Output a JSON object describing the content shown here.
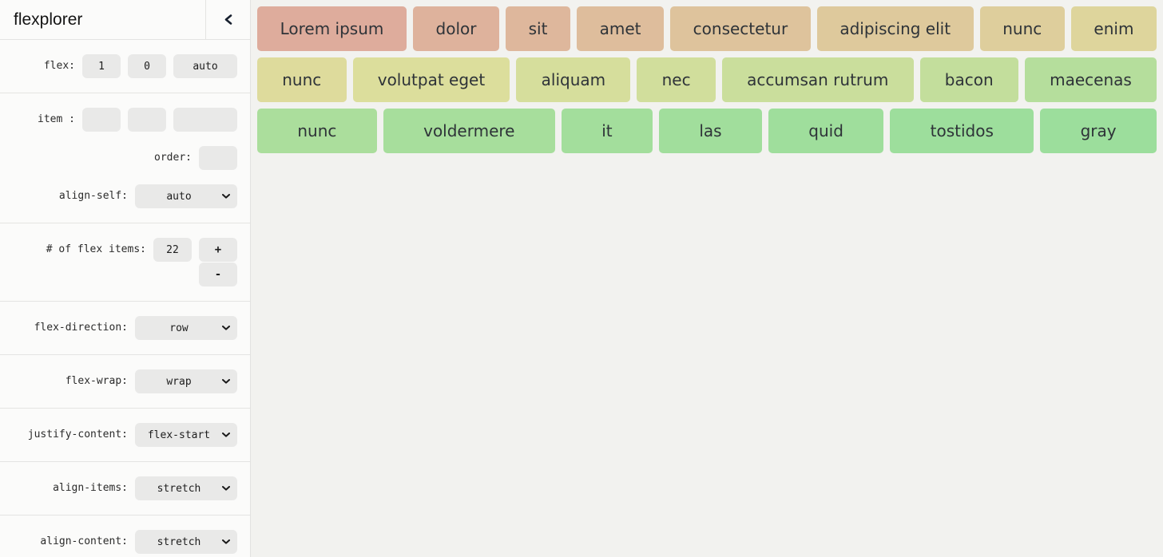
{
  "app": {
    "title": "flexplorer",
    "collapse_icon": "chevron-left"
  },
  "sidebar": {
    "flex_row": {
      "label": "flex:",
      "values": [
        "1",
        "0",
        "auto"
      ]
    },
    "item_row": {
      "label": "item :",
      "values": [
        "",
        "",
        ""
      ]
    },
    "order_row": {
      "label": "order:",
      "value": ""
    },
    "align_self_row": {
      "label": "align-self:",
      "value": "auto"
    },
    "count_row": {
      "label": "# of flex items:",
      "value": "22",
      "increment_label": "+",
      "decrement_label": "-"
    },
    "selects": [
      {
        "label": "flex-direction:",
        "value": "row"
      },
      {
        "label": "flex-wrap:",
        "value": "wrap"
      },
      {
        "label": "justify-content:",
        "value": "flex-start"
      },
      {
        "label": "align-items:",
        "value": "stretch"
      },
      {
        "label": "align-content:",
        "value": "stretch"
      }
    ]
  },
  "playground": {
    "rows": [
      [
        {
          "label": "Lorem ipsum",
          "color": "#deac9c"
        },
        {
          "label": "dolor",
          "color": "#deb29c"
        },
        {
          "label": "sit",
          "color": "#deb79c"
        },
        {
          "label": "amet",
          "color": "#debd9c"
        },
        {
          "label": "consectetur",
          "color": "#dec39c"
        },
        {
          "label": "adipiscing elit",
          "color": "#dec99c"
        },
        {
          "label": "nunc",
          "color": "#dece9c"
        },
        {
          "label": "enim",
          "color": "#ded59c"
        }
      ],
      [
        {
          "label": "nunc",
          "color": "#dedb9c"
        },
        {
          "label": "volutpat eget",
          "color": "#dcde9c"
        },
        {
          "label": "aliquam",
          "color": "#d6de9c"
        },
        {
          "label": "nec",
          "color": "#d1de9c"
        },
        {
          "label": "accumsan rutrum",
          "color": "#cade9c"
        },
        {
          "label": "bacon",
          "color": "#c3de9c"
        },
        {
          "label": "maecenas",
          "color": "#b5de9c"
        }
      ],
      [
        {
          "label": "nunc",
          "color": "#abde9c"
        },
        {
          "label": "voldermere",
          "color": "#a7de9c"
        },
        {
          "label": "it",
          "color": "#a3de9c"
        },
        {
          "label": "las",
          "color": "#a1de9c"
        },
        {
          "label": "quid",
          "color": "#9fde9c"
        },
        {
          "label": "tostidos",
          "color": "#9dde9c"
        },
        {
          "label": "gray",
          "color": "#9cde9c"
        }
      ]
    ]
  },
  "colors": {
    "sidebar_bg": "#fbfbfa",
    "main_bg": "#f2f2ef",
    "control_bg": "#e9e9e8",
    "border": "#e4e4e2",
    "item_text": "#2e3338"
  }
}
